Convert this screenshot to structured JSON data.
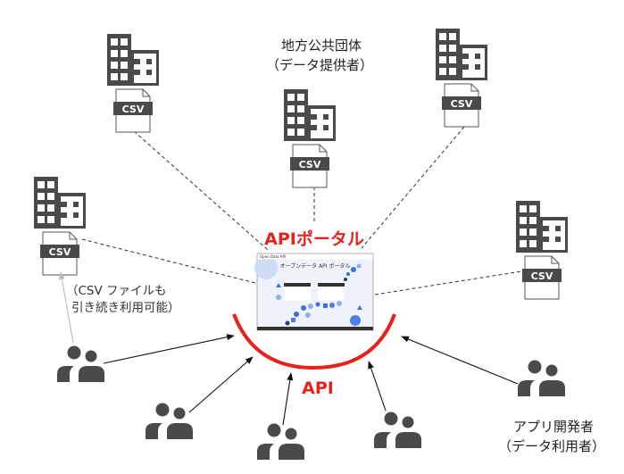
{
  "provider_label": {
    "line1": "地方公共団体",
    "line2": "（データ提供者）"
  },
  "portal_label": "APIポータル",
  "api_label": "API",
  "csv_label": "CSV",
  "csv_note": {
    "line1": "（CSV ファイルも",
    "line2": "引き続き利用可能）"
  },
  "developer_label": {
    "line1": "アプリ開発者",
    "line2": "（データ利用者）"
  },
  "portal_screenshot": {
    "brand": "Open Data API",
    "headline": "オープンデータ API ポータル"
  },
  "colors": {
    "accent": "#e8211d",
    "icon": "#4a4a4a",
    "portal_shapes": "#3b6fe0"
  }
}
